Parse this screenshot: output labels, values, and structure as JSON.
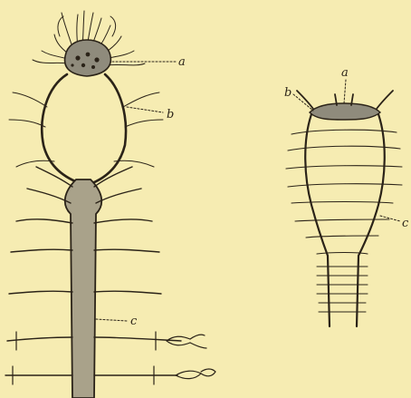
{
  "left_figure": {
    "labels": {
      "a": "a",
      "b": "b",
      "c": "c"
    }
  },
  "right_figure": {
    "labels": {
      "a": "a",
      "b": "b",
      "c": "c"
    }
  },
  "colors": {
    "paper": "#f6ecb2",
    "ink": "#2b2318",
    "nerve_cord_fill": "#a9a28a",
    "ganglion_fill": "#8f8b7c"
  }
}
